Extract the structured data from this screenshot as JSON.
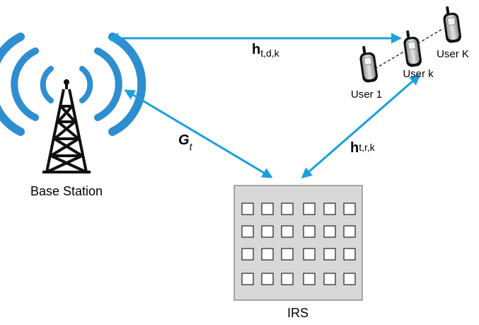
{
  "nodes": {
    "base_station": {
      "label": "Base Station"
    },
    "irs": {
      "label": "IRS",
      "rows": 4,
      "cols": 6
    },
    "users": [
      {
        "label": "User 1"
      },
      {
        "label": "User k"
      },
      {
        "label": "User K"
      }
    ]
  },
  "links": {
    "direct": {
      "main": "h",
      "sub": "t,d,k"
    },
    "bs_irs": {
      "main": "G",
      "sub": "t"
    },
    "irs_user": {
      "main": "h",
      "sub": "t,r,k"
    }
  },
  "colors": {
    "arrow": "#1aa0dc",
    "wave": "#2e8ed0",
    "tower": "#111111",
    "irs_panel": "#d8d8d8",
    "irs_border": "#7a7a7a"
  }
}
